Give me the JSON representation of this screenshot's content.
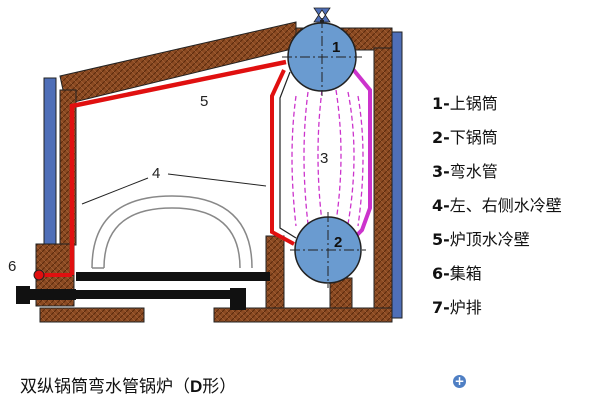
{
  "diagram": {
    "drum_labels": {
      "upper": "1",
      "lower": "2"
    },
    "area_labels": {
      "roof": "5",
      "side": "4",
      "tubes": "3",
      "header": "6"
    }
  },
  "legend": [
    {
      "num": "1",
      "sep": "-",
      "text": "上锅筒"
    },
    {
      "num": "2",
      "sep": "-",
      "text": "下锅筒"
    },
    {
      "num": "3",
      "sep": "-",
      "text": "弯水管"
    },
    {
      "num": "4",
      "sep": "-",
      "text": "左、右侧水冷壁"
    },
    {
      "num": "5",
      "sep": "-",
      "text": "炉顶水冷壁"
    },
    {
      "num": "6",
      "sep": "-",
      "text": "集箱"
    },
    {
      "num": "7",
      "sep": "-",
      "text": "炉排"
    }
  ],
  "caption": {
    "prefix": "双纵锅筒弯水管锅炉（",
    "bold": "D",
    "suffix": "形）"
  },
  "colors": {
    "brick": "#8b4a22",
    "steel": "#4f6fb8",
    "drum": "#6a9bd0",
    "red_tube": "#e01010",
    "magenta_tube": "#cc33cc"
  }
}
